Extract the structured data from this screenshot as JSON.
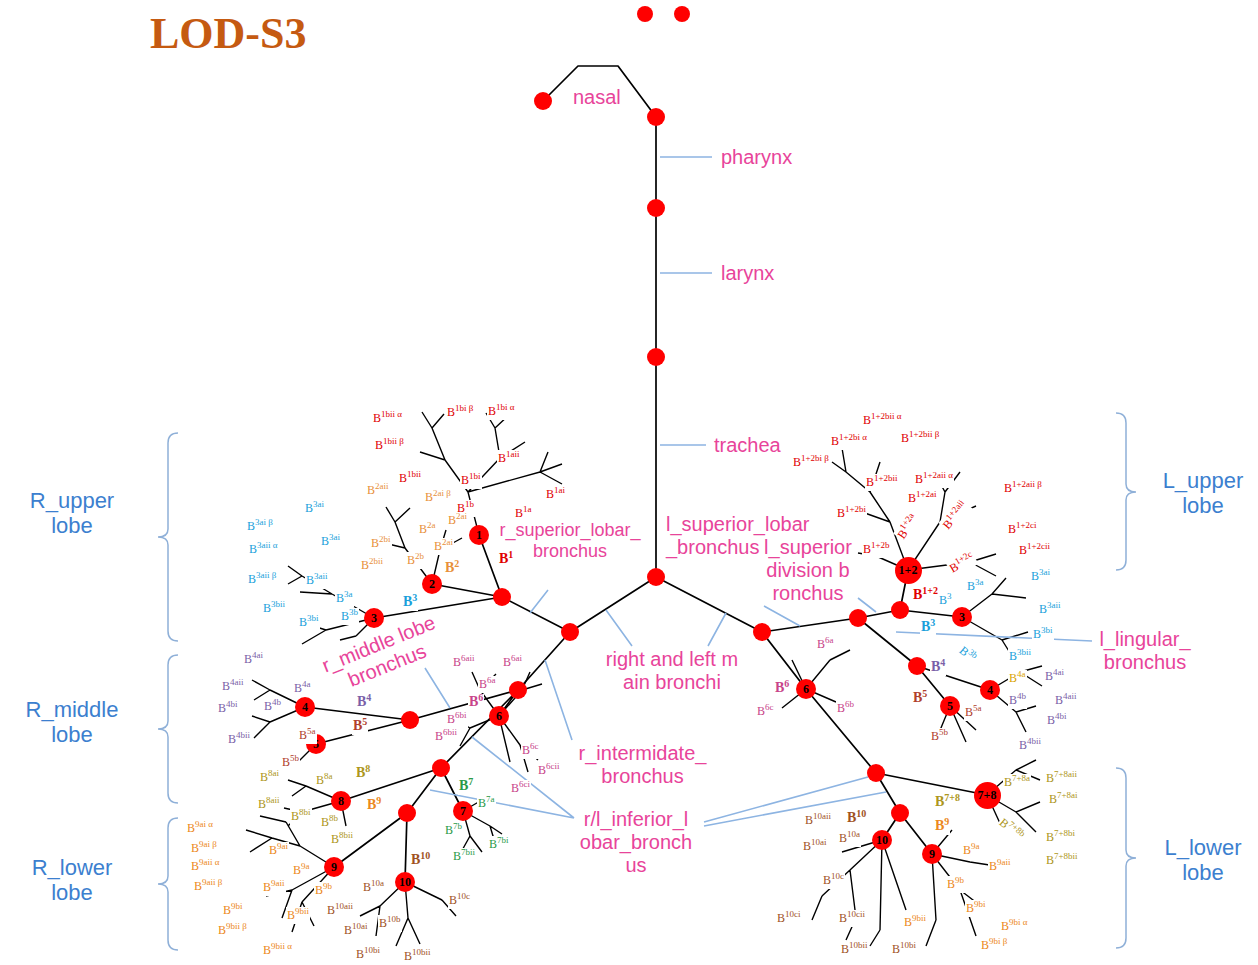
{
  "diagram": {
    "title": "LOD-S3",
    "nodes": [
      {
        "text": [
          "1"
        ]
      },
      {
        "text": [
          "2"
        ]
      },
      {
        "text": [
          "3"
        ]
      },
      {
        "text": [
          "4"
        ]
      },
      {
        "text": [
          "6"
        ]
      },
      {
        "text": [
          "5"
        ]
      },
      {
        "text": [
          "8"
        ]
      },
      {
        "text": [
          "7"
        ]
      },
      {
        "text": [
          "9"
        ]
      },
      {
        "text": [
          "10"
        ]
      },
      {
        "text": [
          "1+2"
        ]
      },
      {
        "text": [
          "3"
        ]
      },
      {
        "text": [
          "4"
        ]
      },
      {
        "text": [
          "6"
        ]
      },
      {
        "text": [
          "5"
        ]
      },
      {
        "text": [
          "7+8"
        ]
      },
      {
        "text": [
          "10"
        ]
      },
      {
        "text": [
          "9"
        ]
      }
    ],
    "labels": [
      "nasal",
      "pharynx",
      "larynx",
      "trachea",
      "r_superior_lobar_ bronchus",
      "l_superior_lobar _bronchus",
      "l_superior division b ronchus",
      "l_lingular_ bronchus",
      "r_middle lobe bronchus",
      "right and left m ain bronchi",
      "r_intermidate_ bronchus",
      "r/l_inferior_l obar_bronch us",
      "R_upper lobe",
      "R_middle lobe",
      "R_lower lobe",
      "L_upper lobe",
      "L_lower lobe",
      "B1bii α",
      "B1bii β",
      "B1bi β",
      "B1bi α",
      "B1bii",
      "B1bi",
      "B1aii",
      "B1b",
      "B1ai",
      "B1a",
      "B1",
      "B2aii",
      "B2ai β",
      "B2ai",
      "B2a",
      "B2ai",
      "B2bi",
      "B2bii",
      "B2b",
      "B2",
      "B3ai",
      "B3ai β",
      "B3ai",
      "B3aii α",
      "B3aii β",
      "B3aii",
      "B3a",
      "B3bii",
      "B3bi",
      "B3b",
      "B3",
      "B4ai",
      "B4aii",
      "B4a",
      "B4bi",
      "B4b",
      "B4bii",
      "B4",
      "B5",
      "B5a",
      "B5b",
      "B6aii",
      "B6ai",
      "B6a",
      "B6",
      "B6bi",
      "B6bii",
      "B6c",
      "B6cii",
      "B6ci",
      "B8ai",
      "B8a",
      "B8",
      "B8aii",
      "B8bi",
      "B8b",
      "B8bii",
      "B7",
      "B7a",
      "B7b",
      "B7bi",
      "B7bii",
      "B9ai α",
      "B9ai β",
      "B9aii α",
      "B9aii β",
      "B9ai",
      "B9a",
      "B9",
      "B9aii",
      "B9b",
      "B9bi",
      "B9bii β",
      "B9bii",
      "B9bii α",
      "B10",
      "B10a",
      "B10aii",
      "B10ai",
      "B10b",
      "B10bi",
      "B10bii",
      "B10c",
      "B1+2bii α",
      "B1+2bi α",
      "B1+2bii β",
      "B1+2bi β",
      "B1+2bii",
      "B1+2aii α",
      "B1+2ai",
      "B1+2aii β",
      "B1+2bi",
      "B1+2a",
      "B1+2aii",
      "B1+2ci",
      "B1+2b",
      "B1+2c",
      "B1+2cii",
      "B1+2",
      "B3ai",
      "B3",
      "B3a",
      "B3aii",
      "B3",
      "B3b",
      "B3bi",
      "B3bii",
      "B4",
      "B4a",
      "B4ai",
      "B4aii",
      "B4b",
      "B4bi",
      "B4bii",
      "B5",
      "B5a",
      "B5b",
      "B6a",
      "B6",
      "B6c",
      "B6b",
      "B7+8aii",
      "B7+8ai",
      "B7+8a",
      "B7+8",
      "B7+8b",
      "B7+8bi",
      "B7+8bii",
      "B9",
      "B9a",
      "B9aii",
      "B9b",
      "B9bi",
      "B9bi α",
      "B9bi β",
      "B9bii",
      "B10",
      "B10aii",
      "B10a",
      "B10ai",
      "B10c",
      "B10ci",
      "B10cii",
      "B10bii",
      "B10bi"
    ]
  }
}
